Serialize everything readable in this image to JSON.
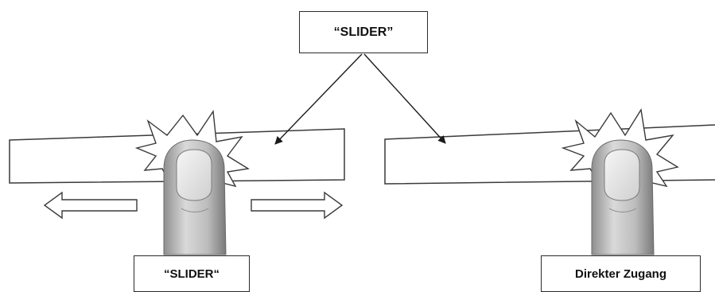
{
  "labels": {
    "top": "“SLIDER”",
    "bottom_left": "“SLIDER“",
    "bottom_right": "Direkter Zugang"
  },
  "colors": {
    "outline": "#3a3a3a",
    "finger_light": "#d8d8d8",
    "finger_dark": "#8f8f8f",
    "nail": "#eeeeee"
  },
  "icons": {
    "finger": "finger-touch-icon",
    "burst": "contact-burst-icon",
    "arrow_left": "arrow-left-icon",
    "arrow_right": "arrow-right-icon"
  }
}
